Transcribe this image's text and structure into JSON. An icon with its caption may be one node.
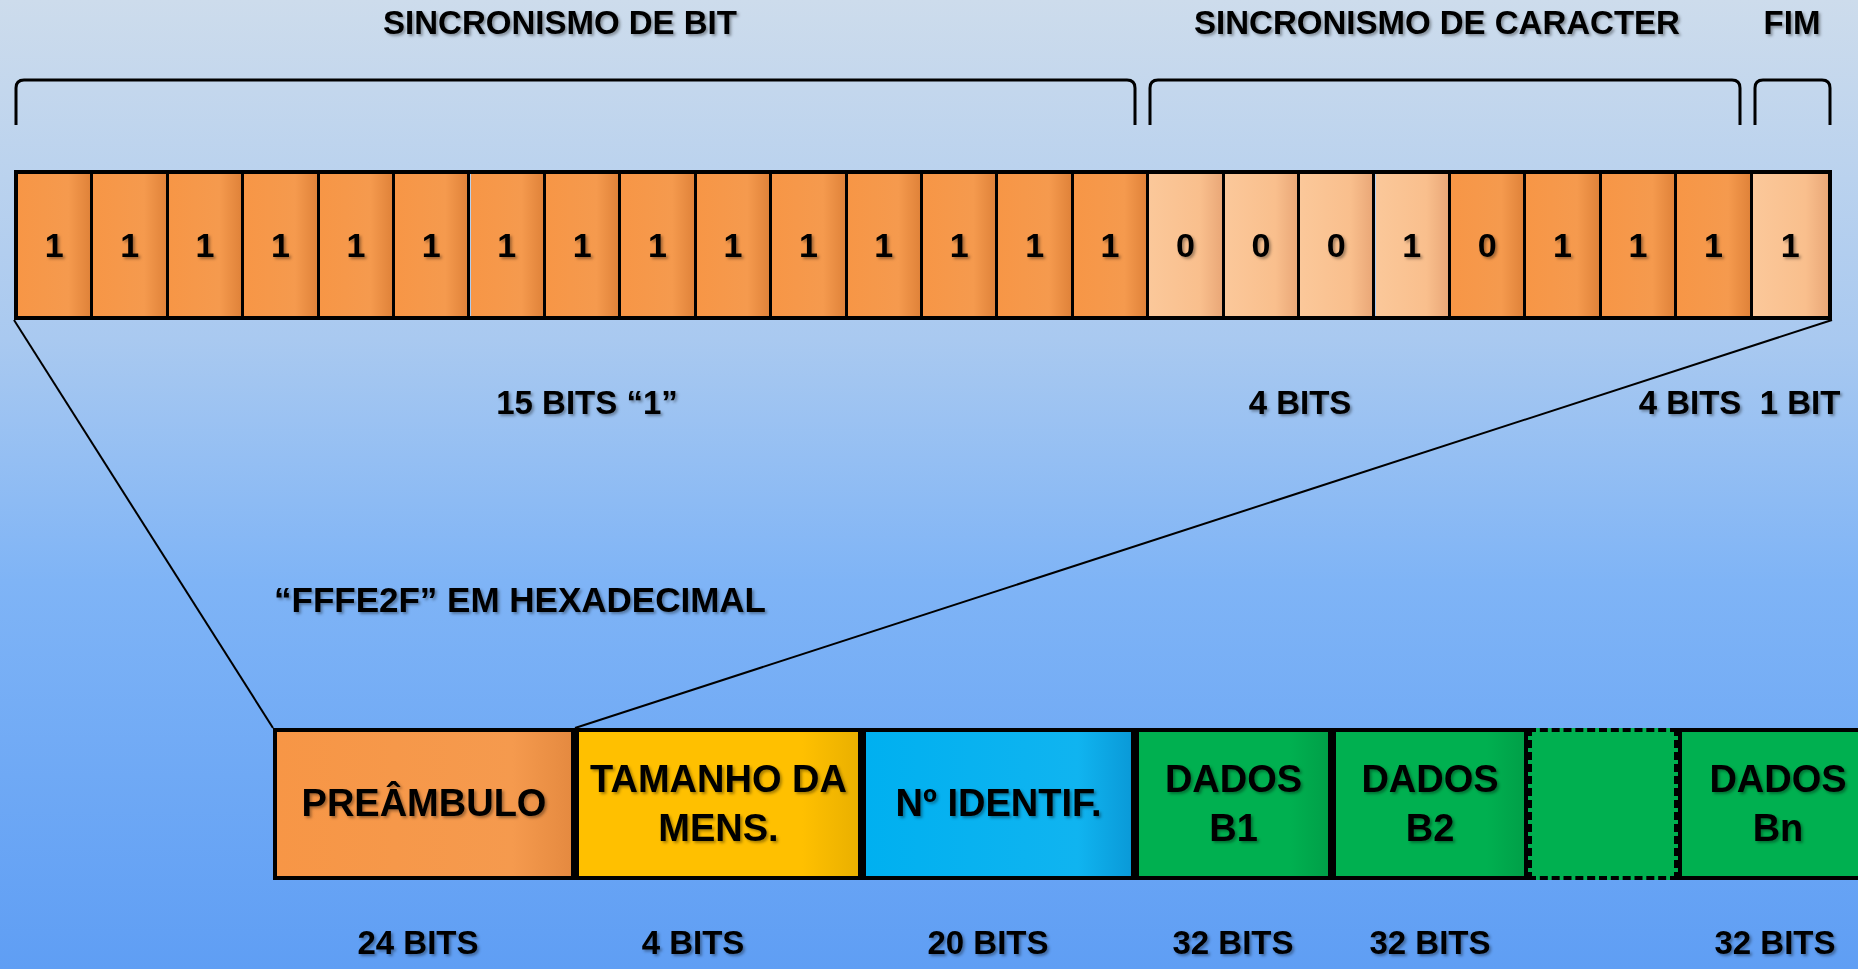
{
  "diagram": {
    "nodes": [
      {
        "text": [],
        "shape": "bar"
      },
      {
        "text": [
          "1"
        ],
        "in": 0
      },
      {
        "text": [
          "1"
        ],
        "in": 0
      },
      {
        "text": [
          "1"
        ],
        "in": 0
      },
      {
        "text": [
          "1"
        ],
        "in": 0
      },
      {
        "text": [
          "1"
        ],
        "in": 0
      },
      {
        "text": [
          "1"
        ],
        "in": 0
      },
      {
        "text": [
          "1"
        ],
        "in": 0
      },
      {
        "text": [
          "1"
        ],
        "in": 0
      },
      {
        "text": [
          "1"
        ],
        "in": 0
      },
      {
        "text": [
          "1"
        ],
        "in": 0
      },
      {
        "text": [
          "1"
        ],
        "in": 0
      },
      {
        "text": [
          "1"
        ],
        "in": 0
      },
      {
        "text": [
          "1"
        ],
        "in": 0
      },
      {
        "text": [
          "1"
        ],
        "in": 0
      },
      {
        "text": [
          "1"
        ],
        "in": 0
      },
      {
        "text": [
          "0"
        ],
        "in": 0
      },
      {
        "text": [
          "0"
        ],
        "in": 0
      },
      {
        "text": [
          "0"
        ],
        "in": 0
      },
      {
        "text": [
          "1"
        ],
        "in": 0
      },
      {
        "text": [
          "0"
        ],
        "in": 0
      },
      {
        "text": [
          "1"
        ],
        "in": 0
      },
      {
        "text": [
          "1"
        ],
        "in": 0
      },
      {
        "text": [
          "1"
        ],
        "in": 0
      },
      {
        "text": [
          "1"
        ],
        "in": 0
      },
      {
        "text": [
          "PREÂMBULO"
        ]
      },
      {
        "text": [
          "TAMANHO DA MENS."
        ]
      },
      {
        "text": [
          "Nº IDENTIF."
        ]
      },
      {
        "text": [
          "DADOS B1"
        ]
      },
      {
        "text": [
          "DADOS B2"
        ]
      },
      {
        "text": [],
        "shape": "box"
      },
      {
        "text": [
          "DADOS Bn"
        ]
      }
    ],
    "edges": [
      {
        "from": 0,
        "to": 25,
        "arrow": "none"
      },
      {
        "from": 0,
        "to": 25,
        "arrow": "none"
      }
    ],
    "labels": [
      "SINCRONISMO DE BIT",
      "SINCRONISMO DE CARACTER",
      "FIM",
      "15 BITS “1”",
      "4 BITS",
      "4 BITS",
      "1 BIT",
      "“FFFE2F”  EM HEXADECIMAL",
      "24 BITS",
      "4 BITS",
      "20 BITS",
      "32 BITS",
      "32 BITS",
      "32 BITS"
    ]
  }
}
